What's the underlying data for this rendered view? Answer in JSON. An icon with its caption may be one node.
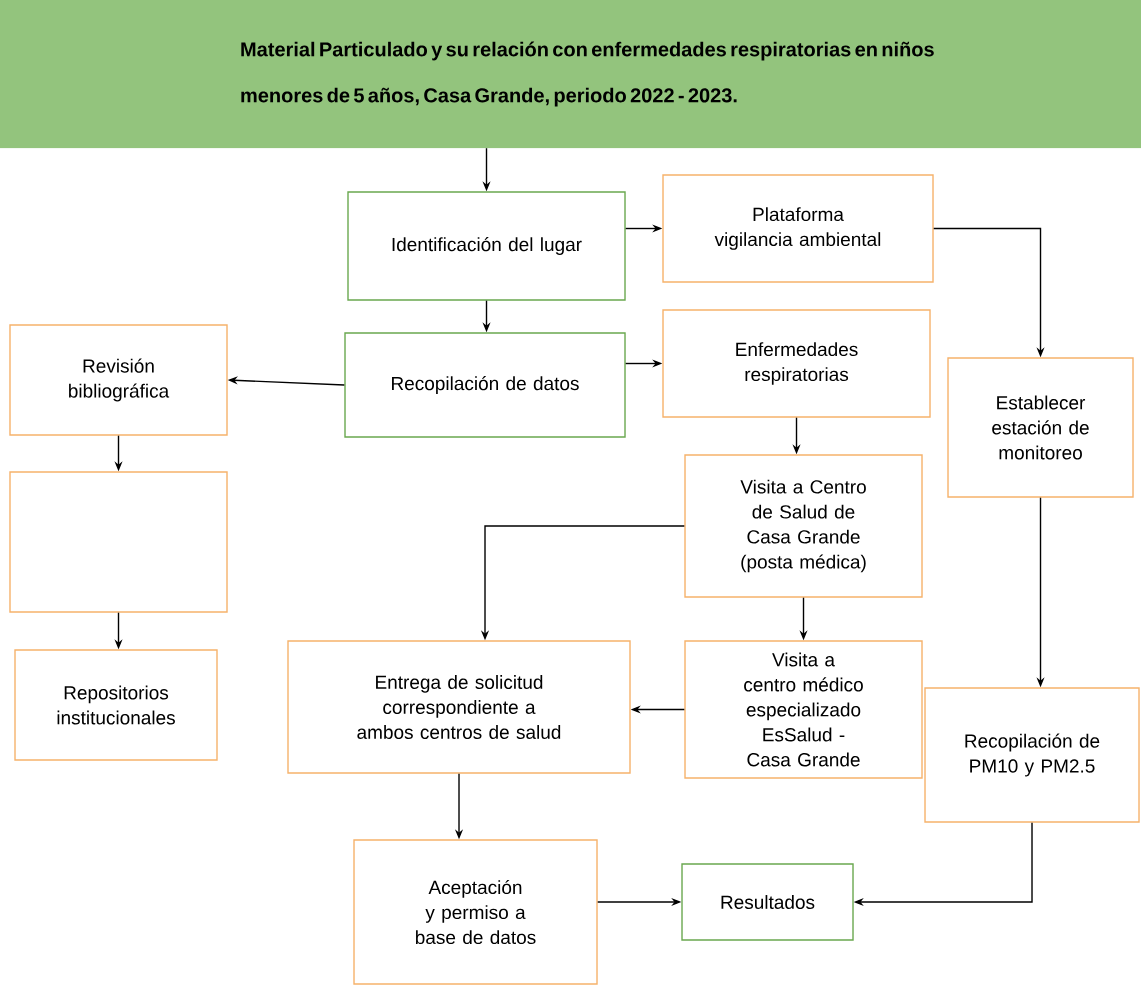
{
  "diagram": {
    "nodes": [
      {
        "text": [
          "Material Particulado y su relación con enfermedades respiratorias en niños menores de 5 años, Casa Grande, periodo 2022 - 2023."
        ]
      },
      {
        "text": [
          "Identificación del lugar"
        ]
      },
      {
        "text": [
          "Plataforma vigilancia ambiental"
        ]
      },
      {
        "text": [
          "Revisión bibliográfica"
        ]
      },
      {
        "text": [
          "Recopilación de datos"
        ]
      },
      {
        "text": [
          "Enfermedades respiratorias"
        ]
      },
      {
        "text": [],
        "shape": "box"
      },
      {
        "text": [
          "Establecer estación de monitoreo"
        ]
      },
      {
        "text": [
          "Visita a Centro de Salud de Casa Grande (posta médica)"
        ]
      },
      {
        "text": [
          "Repositorios institucionales"
        ]
      },
      {
        "text": [
          "Entrega de solicitud correspondiente a ambos centros de salud"
        ]
      },
      {
        "text": [
          "Visita a centro médico especializado EsSalud - Casa Grande"
        ]
      },
      {
        "text": [
          "Recopilación de PM10 y PM2.5"
        ]
      },
      {
        "text": [
          "Aceptación y permiso a base de datos"
        ]
      },
      {
        "text": [
          "Resultados"
        ]
      }
    ],
    "edges": [
      {
        "from": 0,
        "to": 1,
        "arrow": "to"
      },
      {
        "from": 1,
        "to": 2,
        "arrow": "to"
      },
      {
        "from": 1,
        "to": 4,
        "arrow": "to"
      },
      {
        "from": 4,
        "to": 3,
        "arrow": "to"
      },
      {
        "from": 4,
        "to": 5,
        "arrow": "to"
      },
      {
        "from": 3,
        "to": 6,
        "arrow": "to"
      },
      {
        "from": 6,
        "to": 9,
        "arrow": "to"
      },
      {
        "from": 2,
        "to": 7,
        "arrow": "to"
      },
      {
        "from": 5,
        "to": 8,
        "arrow": "to"
      },
      {
        "from": 8,
        "to": 10,
        "arrow": "to"
      },
      {
        "from": 8,
        "to": 11,
        "arrow": "to"
      },
      {
        "from": 11,
        "to": 10,
        "arrow": "to"
      },
      {
        "from": 7,
        "to": 12,
        "arrow": "to"
      },
      {
        "from": 10,
        "to": 13,
        "arrow": "to"
      },
      {
        "from": 13,
        "to": 14,
        "arrow": "to"
      },
      {
        "from": 12,
        "to": 14,
        "arrow": "to"
      }
    ]
  }
}
